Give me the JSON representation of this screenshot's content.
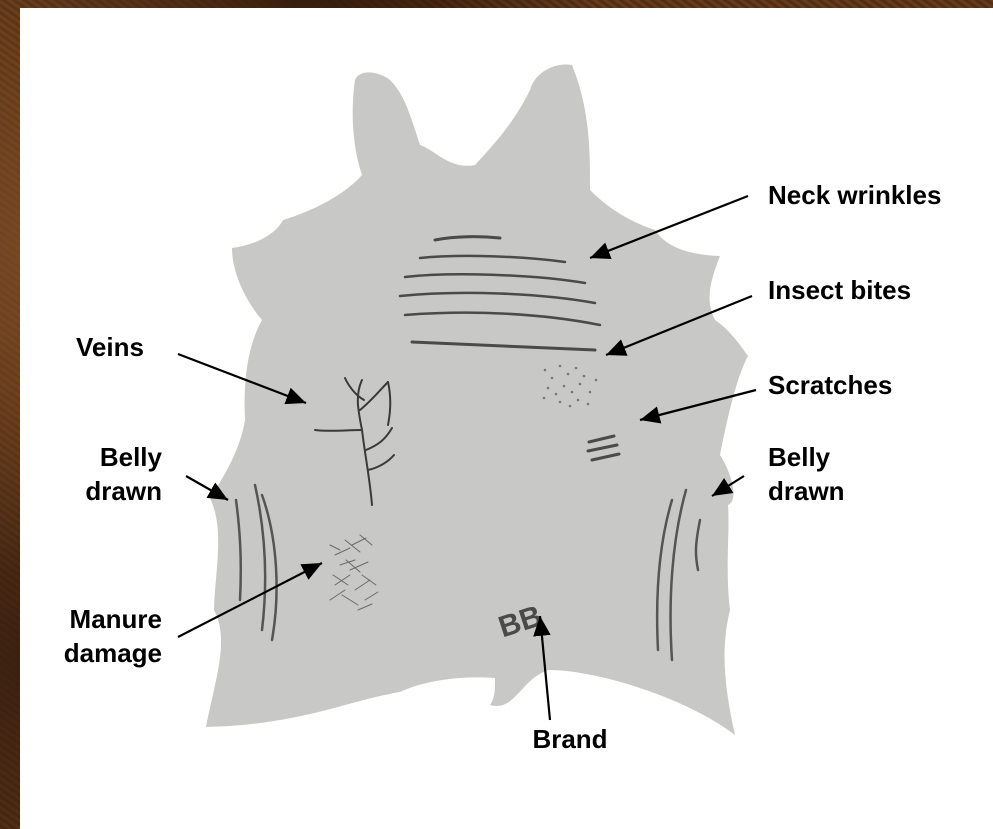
{
  "labels": {
    "neck_wrinkles": "Neck wrinkles",
    "insect_bites": "Insect bites",
    "scratches": "Scratches",
    "belly_drawn_right_line1": "Belly",
    "belly_drawn_right_line2": "drawn",
    "veins": "Veins",
    "belly_drawn_left_line1": "Belly",
    "belly_drawn_left_line2": "drawn",
    "manure_damage_line1": "Manure",
    "manure_damage_line2": "damage",
    "brand_label": "Brand"
  },
  "brand_mark": "BB",
  "colors": {
    "hide": "#c8c8c6",
    "defect": "#4a4a4a",
    "arrow": "#000000",
    "background": "#ffffff"
  }
}
